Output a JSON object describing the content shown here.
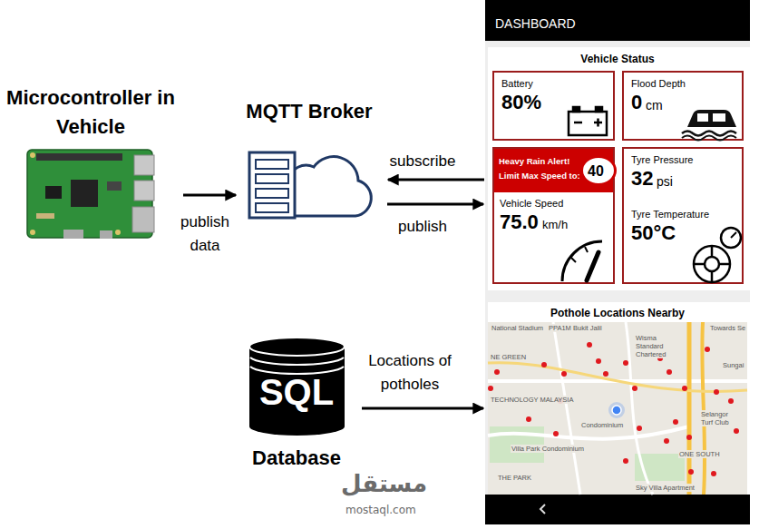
{
  "diagram": {
    "nodes": [
      {
        "text": [
          "Microcontroller in Vehicle"
        ]
      },
      {
        "text": [
          "MQTT Broker"
        ]
      },
      {
        "text": [
          "DASHBOARD"
        ]
      },
      {
        "text": [
          "Vehicle Status"
        ],
        "in": 2
      },
      {
        "text": [
          "Battery",
          "80%"
        ],
        "in": 3
      },
      {
        "text": [
          "Flood Depth",
          "0",
          "cm"
        ],
        "in": 3
      },
      {
        "text": [
          "Vehicle Speed",
          "75.0",
          "km/h"
        ],
        "in": 3
      },
      {
        "text": [
          "Heavy Rain Alert! Limit Max Speed to:"
        ],
        "in": 6
      },
      {
        "text": [
          "40"
        ],
        "in": 7
      },
      {
        "text": [
          "Tyre Pressure",
          "32",
          "psi",
          "Tyre Temperature",
          "50°C"
        ],
        "in": 3
      },
      {
        "text": [
          "Pothole Locations Nearby"
        ],
        "in": 2
      },
      {
        "text": [
          "SQL",
          "Database"
        ]
      }
    ],
    "edges": [
      {
        "from": 0,
        "to": 1,
        "label": "publish data",
        "arrow": "to"
      },
      {
        "from": 2,
        "to": 1,
        "label": "subscribe",
        "arrow": "to"
      },
      {
        "from": 1,
        "to": 2,
        "label": "publish",
        "arrow": "to"
      },
      {
        "from": 11,
        "to": 2,
        "label": "Locations of potholes",
        "arrow": "to"
      }
    ],
    "labels": [
      "National Stadium",
      "PPA1M Bukit Jalil",
      "Wisma Standard Chartered",
      "Towards Se",
      "NE GREEN",
      "Sungai",
      "TECHNOLOGY MALAYSIA",
      "Condominium",
      "Selangor Turf Club",
      "Villa Park Condominium",
      "ONE SOUTH",
      "THE PARK",
      "Sky Villa Apartment",
      "مستقل",
      "mostaql.com"
    ]
  }
}
